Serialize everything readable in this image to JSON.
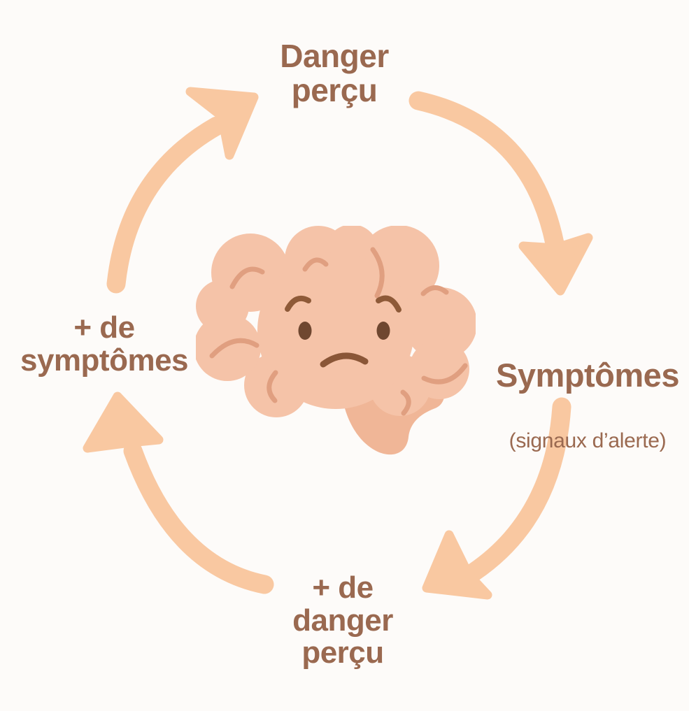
{
  "colors": {
    "background": "#FDFBF9",
    "arrow": "#F9C8A1",
    "label_text": "#9A6950",
    "brain_fill": "#F5C3A8",
    "brain_outline": "#E09F80",
    "brain_stem": "#F0B697",
    "brain_eyes": "#6F4730",
    "brain_brow": "#8E5A38",
    "brain_mouth": "#8A5637"
  },
  "cycle": {
    "top_label": "Danger\nperçu",
    "right_label": {
      "title": "Symptômes",
      "subtitle": "(signaux d’alerte)"
    },
    "bottom_label": "+ de\ndanger\nperçu",
    "left_label": "+ de\nsymptômes"
  },
  "illustration": {
    "name": "sad-brain",
    "expression": "worried"
  },
  "arrows": [
    {
      "name": "arrow-left-to-top",
      "from": "+ de symptômes",
      "to": "Danger perçu"
    },
    {
      "name": "arrow-top-to-right",
      "from": "Danger perçu",
      "to": "Symptômes"
    },
    {
      "name": "arrow-right-to-bottom",
      "from": "Symptômes",
      "to": "+ de danger perçu"
    },
    {
      "name": "arrow-bottom-to-left",
      "from": "+ de danger perçu",
      "to": "+ de symptômes"
    }
  ]
}
